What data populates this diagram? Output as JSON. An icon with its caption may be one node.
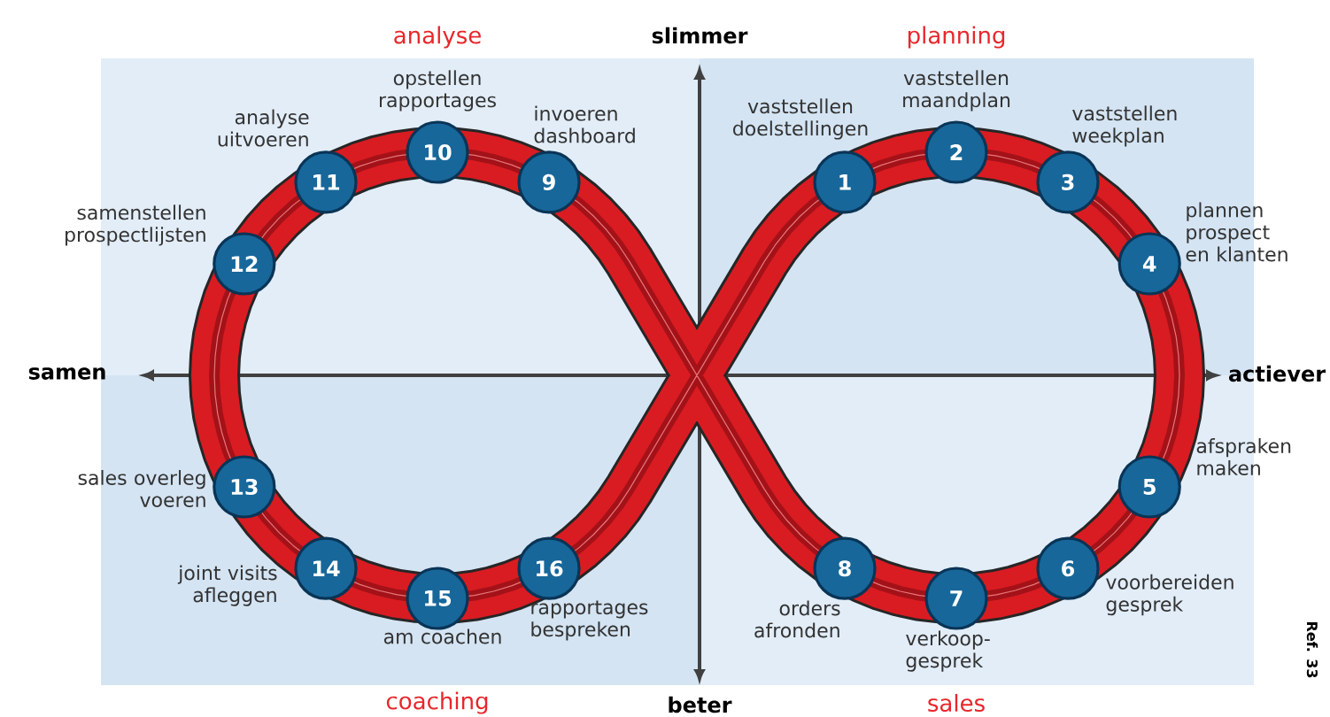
{
  "diagram": {
    "nodes": [
      {
        "text": [
          "1"
        ],
        "beside": [
          "vaststellen doelstellingen"
        ]
      },
      {
        "text": [
          "2"
        ],
        "beside": [
          "vaststellen maandplan"
        ]
      },
      {
        "text": [
          "3"
        ],
        "beside": [
          "vaststellen weekplan"
        ]
      },
      {
        "text": [
          "4"
        ],
        "beside": [
          "plannen prospect en klanten"
        ]
      },
      {
        "text": [
          "5"
        ],
        "beside": [
          "afspraken maken"
        ]
      },
      {
        "text": [
          "6"
        ],
        "beside": [
          "voorbereiden gesprek"
        ]
      },
      {
        "text": [
          "7"
        ],
        "beside": [
          "verkoop-gesprek"
        ]
      },
      {
        "text": [
          "8"
        ],
        "beside": [
          "orders afronden"
        ]
      },
      {
        "text": [
          "9"
        ],
        "beside": [
          "invoeren dashboard"
        ]
      },
      {
        "text": [
          "10"
        ],
        "beside": [
          "opstellen rapportages"
        ]
      },
      {
        "text": [
          "11"
        ],
        "beside": [
          "analyse uitvoeren"
        ]
      },
      {
        "text": [
          "12"
        ],
        "beside": [
          "samenstellen prospectlijsten"
        ]
      },
      {
        "text": [
          "13"
        ],
        "beside": [
          "sales overleg voeren"
        ]
      },
      {
        "text": [
          "14"
        ],
        "beside": [
          "joint visits afleggen"
        ]
      },
      {
        "text": [
          "15"
        ],
        "beside": [
          "am coachen"
        ]
      },
      {
        "text": [
          "16"
        ],
        "beside": [
          "rapportages bespreken"
        ]
      }
    ],
    "labels": [
      "analyse",
      "slimmer",
      "planning",
      "samen",
      "actiever",
      "coaching",
      "beter",
      "sales",
      "Ref. 33"
    ]
  }
}
